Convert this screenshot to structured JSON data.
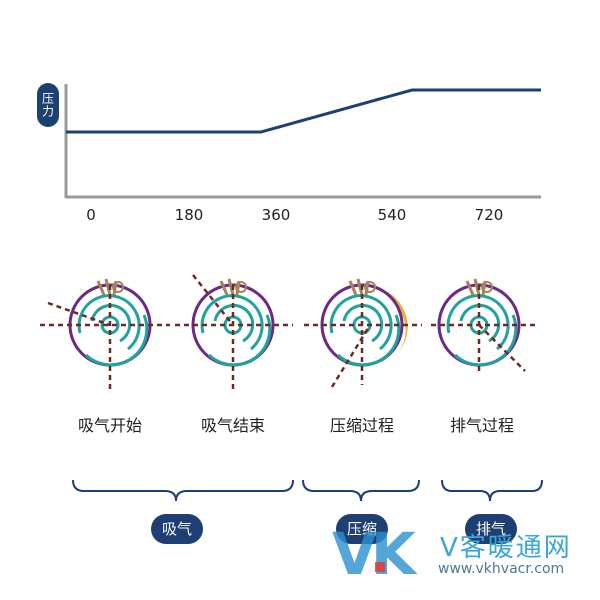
{
  "chart": {
    "y_axis_label": "压力",
    "x_ticks": [
      "0",
      "180",
      "360",
      "540",
      "720"
    ]
  },
  "stages": [
    {
      "label": "吸气开始"
    },
    {
      "label": "吸气结束"
    },
    {
      "label": "压缩过程"
    },
    {
      "label": "排气过程"
    }
  ],
  "groups": {
    "intake": "吸气",
    "compress": "压缩",
    "exhaust": "排气"
  },
  "watermark": {
    "brand_letters": "VK",
    "brand_cn": "V客暖通网",
    "url": "www.vkhvacr.com"
  },
  "colors": {
    "navy": "#1d3f73",
    "teal": "#1fa39a",
    "purple": "#6b2a86",
    "axis": "#9a9a9a",
    "gold": "#e8b23a",
    "red": "#c0161b"
  }
}
